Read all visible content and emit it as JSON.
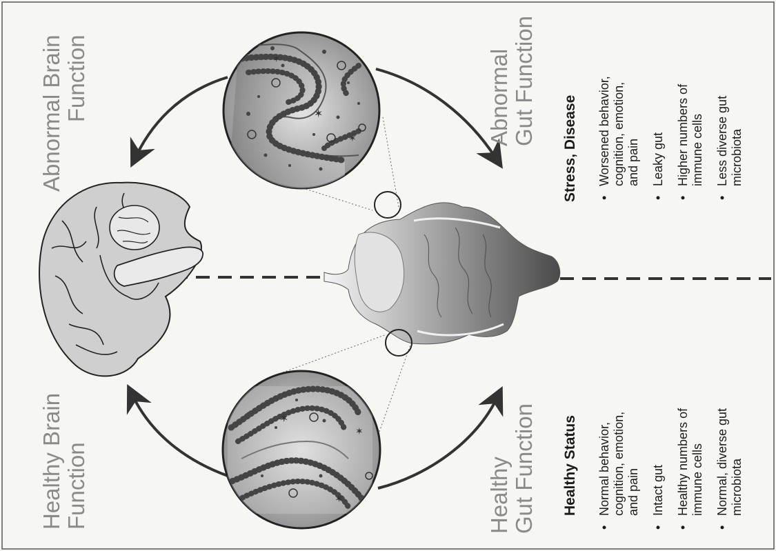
{
  "labels": {
    "abnormal_brain": [
      "Abnormal Brain",
      "Function"
    ],
    "abnormal_gut": [
      "Abnormal",
      "Gut Function"
    ],
    "healthy_brain": [
      "Healthy Brain",
      "Function"
    ],
    "healthy_gut": [
      "Healthy",
      "Gut Function"
    ]
  },
  "stress": {
    "heading": "Stress, Disease",
    "items": [
      [
        "Worsened behavior,",
        "cognition, emotion,",
        "and pain"
      ],
      [
        "Leaky gut"
      ],
      [
        "Higher numbers of",
        "immune cells"
      ],
      [
        "Less diverse gut",
        "microbiota"
      ]
    ]
  },
  "healthy": {
    "heading": "Healthy Status",
    "items": [
      [
        "Normal behavior,",
        "cognition, emotion,",
        "and pain"
      ],
      [
        "Intact gut"
      ],
      [
        "Healthy numbers of",
        "immune cells"
      ],
      [
        "Normal, diverse gut",
        "microbiota"
      ]
    ]
  },
  "icons": [
    "brain-icon",
    "digestive-tract-icon",
    "intestinal-villi-icon",
    "arrow-icon"
  ],
  "colors": {
    "label_gray": "#8a8a8a",
    "ink": "#1b1b1b"
  }
}
